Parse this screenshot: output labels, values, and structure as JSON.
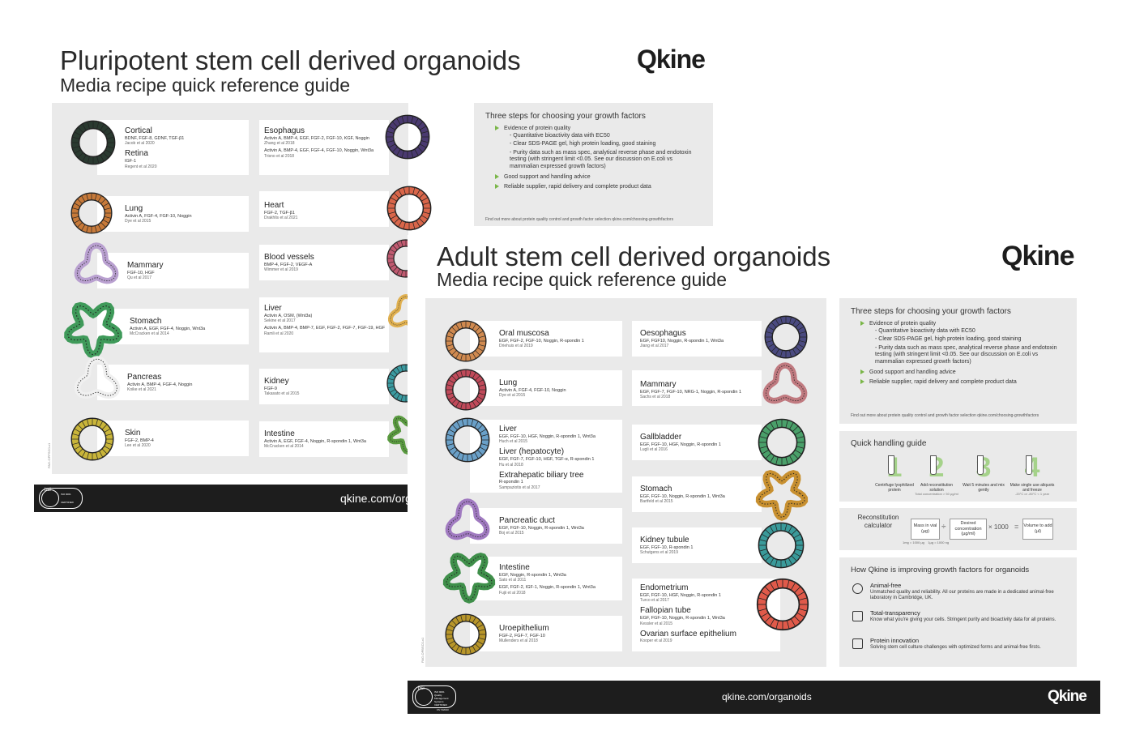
{
  "brand": {
    "logo_text": "Qkine",
    "url_short": "qkine.com/org",
    "url_full": "qkine.com/organoids"
  },
  "colors": {
    "accent_green": "#7ab648",
    "footer_black": "#1d1d1d",
    "panel_grey": "#eaeaea"
  },
  "psc": {
    "title": "Pluripotent stem cell derived organoids",
    "subtitle": "Media recipe quick reference guide",
    "code": "PAG-OPPSC0-v1",
    "left_cards": [
      {
        "entries": [
          {
            "name": "Cortical",
            "factors": "BDNF, FGF-8, GDNF, TGF-β1",
            "ref": "Jacob et al 2020"
          },
          {
            "name": "Retina",
            "factors": "IGF-1",
            "ref": "Regent et al 2020"
          }
        ]
      },
      {
        "entries": [
          {
            "name": "Lung",
            "factors": "Activin A, FGF-4, FGF-10, Noggin",
            "ref": "Dye et al 2015"
          }
        ]
      },
      {
        "entries": [
          {
            "name": "Mammary",
            "factors": "FGF-10, HGF",
            "ref": "Qu et al 2017"
          }
        ]
      },
      {
        "entries": [
          {
            "name": "Stomach",
            "factors": "Activin A, EGF, FGF-4, Noggin, Wnt3a",
            "ref": "McCracken et al 2014"
          }
        ]
      },
      {
        "entries": [
          {
            "name": "Pancreas",
            "factors": "Activin A, BMP-4, FGF-4, Noggin",
            "ref": "Koike et al 2021"
          }
        ]
      },
      {
        "entries": [
          {
            "name": "Skin",
            "factors": "FGF-2, BMP-4",
            "ref": "Lee et al 2020"
          }
        ]
      }
    ],
    "right_cards": [
      {
        "entries": [
          {
            "name": "Esophagus",
            "factors": "Activin A, BMP-4, EGF, FGF-2, FGF-10, KGF, Noggin",
            "ref": "Zhang et al 2018"
          },
          {
            "name": "",
            "factors": "Activin A, BMP-4, EGF, FGF-4, FGF-10, Noggin, Wnt3a",
            "ref": "Trisno et al 2018"
          }
        ]
      },
      {
        "entries": [
          {
            "name": "Heart",
            "factors": "FGF-2, TGF-β1",
            "ref": "Drakhlis et al 2021"
          }
        ]
      },
      {
        "entries": [
          {
            "name": "Blood vessels",
            "factors": "BMP-4, FGF-2, VEGF-A",
            "ref": "Wimmer et al 2019"
          }
        ]
      },
      {
        "entries": [
          {
            "name": "Liver",
            "factors": "Activin A, OSM, (Wnt3a)",
            "ref": "Sekine et al 2017"
          },
          {
            "name": "",
            "factors": "Activin A, BMP-4, BMP-7, EGF, FGF-2, FGF-7, FGF-19, HGF",
            "ref": "Ramli et al 2020"
          }
        ]
      },
      {
        "entries": [
          {
            "name": "Kidney",
            "factors": "FGF-9",
            "ref": "Takasato et al 2015"
          }
        ]
      },
      {
        "entries": [
          {
            "name": "Intestine",
            "factors": "Activin A, EGF, FGF-4, Noggin, R-spondin 1, Wnt3a",
            "ref": "McCracken et al 2014"
          }
        ]
      }
    ],
    "steps": {
      "title": "Three steps for choosing your growth factors",
      "items": [
        {
          "label": "Evidence of protein quality",
          "subs": [
            "- Quantitative bioactivity data with EC50",
            "- Clear SDS-PAGE gel, high protein loading, good staining",
            "- Purity data such as mass spec, analytical reverse phase and endotoxin testing (with stringent limit <0.05. See our discussion on E.coli vs mammalian expressed growth factors)"
          ]
        },
        {
          "label": "Good support and handling advice",
          "subs": []
        },
        {
          "label": "Reliable supplier, rapid delivery and complete product data",
          "subs": []
        }
      ],
      "footnote": "Find out more about protein quality control and growth factor selection qkine.com/choosing-growthfactors"
    }
  },
  "asc": {
    "title": "Adult stem cell derived organoids",
    "subtitle": "Media recipe quick reference guide",
    "code": "PAG-OPBSC0-v1",
    "left_cards": [
      {
        "entries": [
          {
            "name": "Oral muscosa",
            "factors": "EGF, FGF-2, FGF-10, Noggin, R-spondin 1",
            "ref": "Driehuis et al 2019"
          }
        ]
      },
      {
        "entries": [
          {
            "name": "Lung",
            "factors": "Activin A, FGF-4, FGF-10, Noggin",
            "ref": "Dye et al 2015"
          }
        ]
      },
      {
        "entries": [
          {
            "name": "Liver",
            "factors": "EGF, FGF-10, HGF, Noggin, R-spondin 1, Wnt3a",
            "ref": "Huch et al 2015"
          },
          {
            "name": "Liver (hepatocyte)",
            "factors": "EGF, FGF-7, FGF-10, HGF, TGF-α, R-spondin 1",
            "ref": "Hu et al 2018"
          },
          {
            "name": "Extrahepatic biliary tree",
            "factors": "R-spondin 1",
            "ref": "Sampaziotis et al 2017"
          }
        ]
      },
      {
        "entries": [
          {
            "name": "Pancreatic duct",
            "factors": "EGF, FGF-10, Noggin, R-spondin 1, Wnt3a",
            "ref": "Boj et al 2015"
          }
        ]
      },
      {
        "entries": [
          {
            "name": "Intestine",
            "factors": "EGF, Noggin, R-spondin 1, Wnt3a",
            "ref": "Sato et al 2011"
          },
          {
            "name": "",
            "factors": "EGF, FGF-2, IGF-1, Noggin, R-spondin 1, Wnt3a",
            "ref": "Fujii et al 2018"
          }
        ]
      },
      {
        "entries": [
          {
            "name": "Uroepithelium",
            "factors": "FGF-2, FGF-7, FGF-10",
            "ref": "Mullenders et al 2018"
          }
        ]
      }
    ],
    "right_cards": [
      {
        "entries": [
          {
            "name": "Oesophagus",
            "factors": "EGF, FGF10, Noggin, R-spondin 1, Wnt3a",
            "ref": "Jiang et al 2017"
          }
        ]
      },
      {
        "entries": [
          {
            "name": "Mammary",
            "factors": "EGF, FGF-7, FGF-10, NRG-1, Noggin, R-spondin 1",
            "ref": "Sachs et al 2018"
          }
        ]
      },
      {
        "entries": [
          {
            "name": "Gallbladder",
            "factors": "EGF, FGF-10, HGF, Noggin, R-spondin 1",
            "ref": "Lugli et al 2016"
          }
        ]
      },
      {
        "entries": [
          {
            "name": "Stomach",
            "factors": "EGF, FGF-10, Noggin, R-spondin 1, Wnt3a",
            "ref": "Bartfeld et al 2015"
          }
        ]
      },
      {
        "entries": [
          {
            "name": "Kidney tubule",
            "factors": "EGF, FGF-10, R-spondin 1",
            "ref": "Schutgens et al 2019"
          }
        ]
      },
      {
        "entries": [
          {
            "name": "Endometrium",
            "factors": "EGF, FGF-10, HGF, Noggin, R-spondin 1",
            "ref": "Turco et al 2017"
          },
          {
            "name": "Fallopian tube",
            "factors": "EGF, FGF-10, Noggin, R-spondin 1, Wnt3a",
            "ref": "Kessler et al 2015"
          },
          {
            "name": "Ovarian surface epithelium",
            "factors": "",
            "ref": "Kooper et al 2019"
          }
        ]
      }
    ],
    "steps": {
      "title": "Three steps for choosing your growth factors",
      "items": [
        {
          "label": "Evidence of protein quality",
          "subs": [
            "- Quantitative bioactivity data with EC50",
            "- Clear SDS-PAGE gel, high protein loading, good staining",
            "- Purity data such as mass spec, analytical reverse phase and endotoxin testing (with stringent limit <0.05. See our discussion on E.coli vs mammalian expressed growth factors)"
          ]
        },
        {
          "label": "Good support and handling advice",
          "subs": []
        },
        {
          "label": "Reliable supplier, rapid delivery and complete product data",
          "subs": []
        }
      ],
      "footnote": "Find out more about protein quality control and growth factor selection qkine.com/choosing-growthfactors"
    },
    "handling": {
      "title": "Quick handling guide",
      "steps": [
        {
          "num": "1",
          "text": "Centrifuge lyophilized protein"
        },
        {
          "num": "2",
          "text": "Add reconstitution solution",
          "note": "Total concentration > 50 µg/ml"
        },
        {
          "num": "3",
          "text": "Wait 5 minutes and mix gently"
        },
        {
          "num": "4",
          "text": "Make single use aliquots and freeze",
          "note": "-20°C or -80°C < 1 year"
        }
      ]
    },
    "calculator": {
      "title": "Reconstitution calculator",
      "mass": "Mass in vial (µg)",
      "divide": "÷",
      "conc": "Desired concentration (µg/ml)",
      "times": "× 1000",
      "equals": "=",
      "result": "Volume to add (µl)",
      "note": "1mg = 1000 µg    1µg = 1000 ng"
    },
    "improving": {
      "title": "How Qkine is improving growth factors for organoids",
      "items": [
        {
          "icon": "animal-free-icon",
          "title": "Animal-free",
          "desc": "Unmatched quality and reliability. All our proteins are made in a dedicated animal-free laboratory in Cambridge, UK."
        },
        {
          "icon": "chart-icon",
          "title": "Total-transparency",
          "desc": "Know what you're giving your cells. Stringent purity and bioactivity data for all proteins."
        },
        {
          "icon": "flask-icon",
          "title": "Protein innovation",
          "desc": "Solving stem cell culture challenges with optimized forms and animal-free firsts."
        }
      ]
    }
  },
  "cert": {
    "bsi": "bsi",
    "iso_lines": [
      "ISO 9001",
      "Quality",
      "Management",
      "Systems",
      "CERTIFIED"
    ],
    "cert_no": "FS 742043"
  }
}
